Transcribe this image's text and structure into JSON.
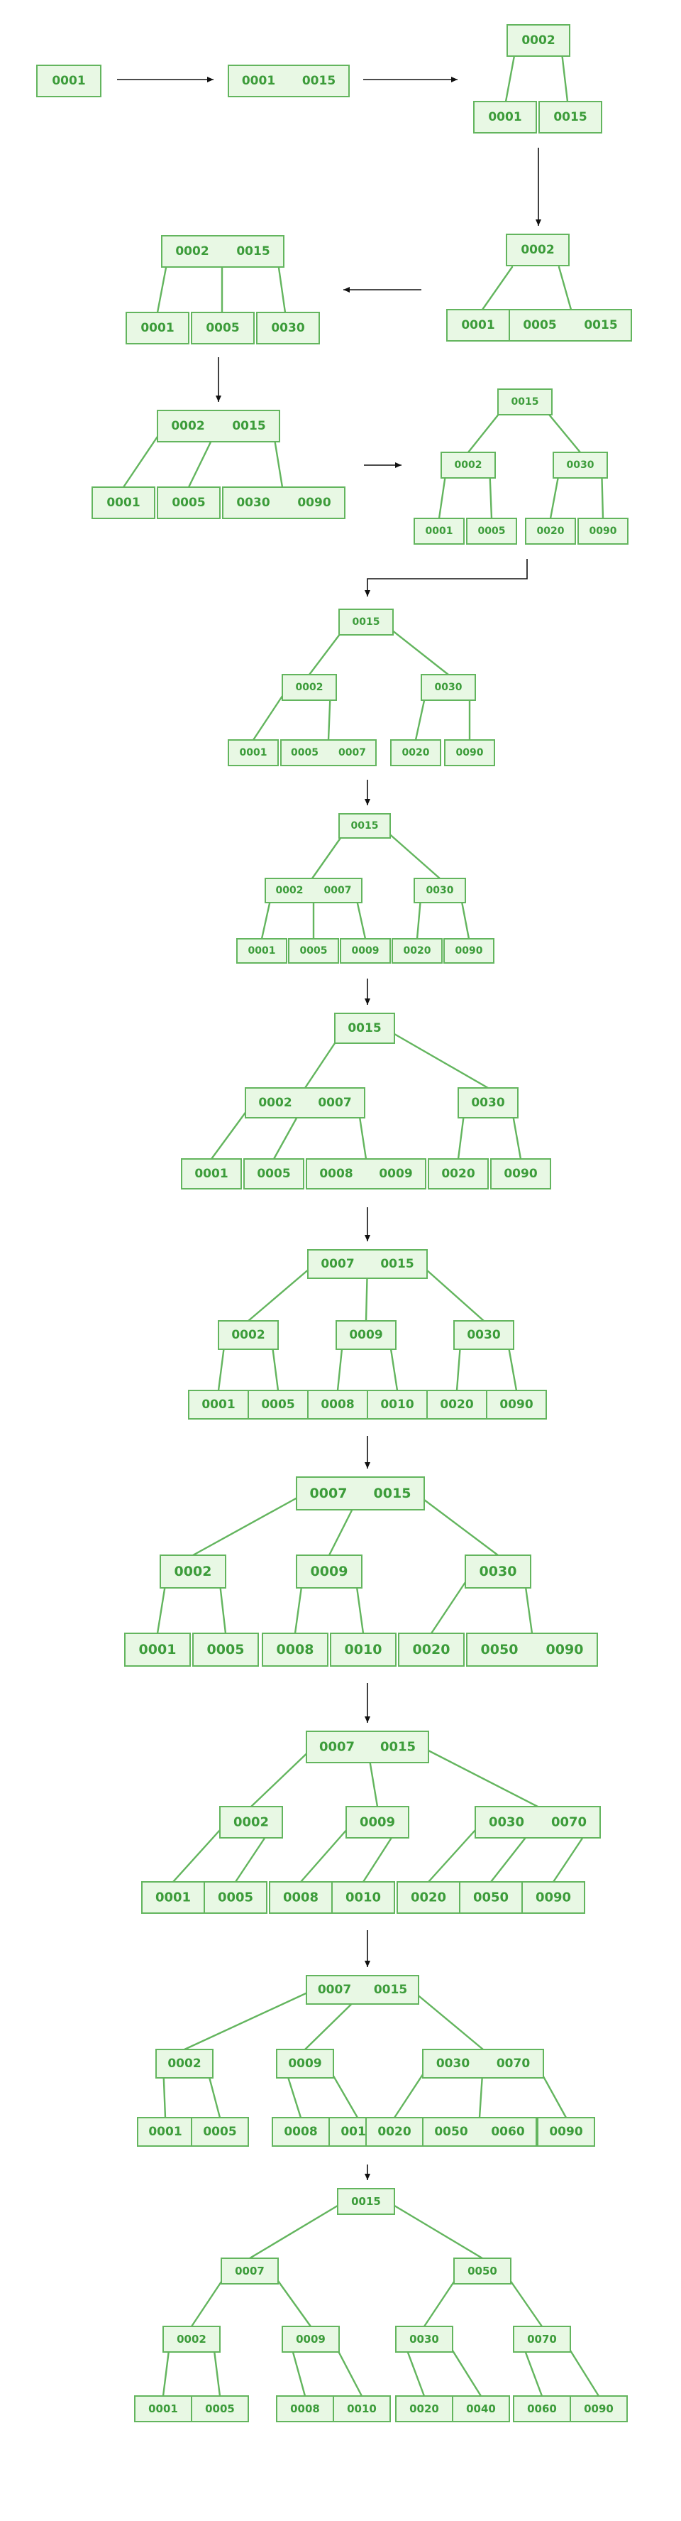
{
  "colors": {
    "node_fill": "#e8f8e4",
    "node_border": "#63b55e",
    "key_text": "#3c9c3a",
    "edge": "#63b55e",
    "arrow": "#111111"
  },
  "steps": [
    {
      "id": "s1",
      "nodes": [
        {
          "keys": [
            "0001"
          ]
        }
      ]
    },
    {
      "id": "s2",
      "nodes": [
        {
          "keys": [
            "0001",
            "0015"
          ]
        }
      ]
    },
    {
      "id": "s3",
      "nodes": [
        {
          "keys": [
            "0002"
          ]
        },
        {
          "keys": [
            "0001"
          ]
        },
        {
          "keys": [
            "0015"
          ]
        }
      ]
    },
    {
      "id": "s4",
      "nodes": [
        {
          "keys": [
            "0002"
          ]
        },
        {
          "keys": [
            "0001"
          ]
        },
        {
          "keys": [
            "0005",
            "0015"
          ]
        }
      ]
    },
    {
      "id": "s5",
      "nodes": [
        {
          "keys": [
            "0002",
            "0015"
          ]
        },
        {
          "keys": [
            "0001"
          ]
        },
        {
          "keys": [
            "0005"
          ]
        },
        {
          "keys": [
            "0030"
          ]
        }
      ]
    },
    {
      "id": "s6",
      "nodes": [
        {
          "keys": [
            "0002",
            "0015"
          ]
        },
        {
          "keys": [
            "0001"
          ]
        },
        {
          "keys": [
            "0005"
          ]
        },
        {
          "keys": [
            "0030",
            "0090"
          ]
        }
      ]
    },
    {
      "id": "s7",
      "nodes": [
        {
          "keys": [
            "0015"
          ]
        },
        {
          "keys": [
            "0002"
          ]
        },
        {
          "keys": [
            "0030"
          ]
        },
        {
          "keys": [
            "0001"
          ]
        },
        {
          "keys": [
            "0005"
          ]
        },
        {
          "keys": [
            "0020"
          ]
        },
        {
          "keys": [
            "0090"
          ]
        }
      ]
    },
    {
      "id": "s8",
      "nodes": [
        {
          "keys": [
            "0015"
          ]
        },
        {
          "keys": [
            "0002"
          ]
        },
        {
          "keys": [
            "0030"
          ]
        },
        {
          "keys": [
            "0001"
          ]
        },
        {
          "keys": [
            "0005",
            "0007"
          ]
        },
        {
          "keys": [
            "0020"
          ]
        },
        {
          "keys": [
            "0090"
          ]
        }
      ]
    },
    {
      "id": "s9",
      "nodes": [
        {
          "keys": [
            "0015"
          ]
        },
        {
          "keys": [
            "0002",
            "0007"
          ]
        },
        {
          "keys": [
            "0030"
          ]
        },
        {
          "keys": [
            "0001"
          ]
        },
        {
          "keys": [
            "0005"
          ]
        },
        {
          "keys": [
            "0009"
          ]
        },
        {
          "keys": [
            "0020"
          ]
        },
        {
          "keys": [
            "0090"
          ]
        }
      ]
    },
    {
      "id": "s10",
      "nodes": [
        {
          "keys": [
            "0015"
          ]
        },
        {
          "keys": [
            "0002",
            "0007"
          ]
        },
        {
          "keys": [
            "0030"
          ]
        },
        {
          "keys": [
            "0001"
          ]
        },
        {
          "keys": [
            "0005"
          ]
        },
        {
          "keys": [
            "0008",
            "0009"
          ]
        },
        {
          "keys": [
            "0020"
          ]
        },
        {
          "keys": [
            "0090"
          ]
        }
      ]
    },
    {
      "id": "s11",
      "nodes": [
        {
          "keys": [
            "0007",
            "0015"
          ]
        },
        {
          "keys": [
            "0002"
          ]
        },
        {
          "keys": [
            "0009"
          ]
        },
        {
          "keys": [
            "0030"
          ]
        },
        {
          "keys": [
            "0001"
          ]
        },
        {
          "keys": [
            "0005"
          ]
        },
        {
          "keys": [
            "0008"
          ]
        },
        {
          "keys": [
            "0010"
          ]
        },
        {
          "keys": [
            "0020"
          ]
        },
        {
          "keys": [
            "0090"
          ]
        }
      ]
    },
    {
      "id": "s12",
      "nodes": [
        {
          "keys": [
            "0007",
            "0015"
          ]
        },
        {
          "keys": [
            "0002"
          ]
        },
        {
          "keys": [
            "0009"
          ]
        },
        {
          "keys": [
            "0030"
          ]
        },
        {
          "keys": [
            "0001"
          ]
        },
        {
          "keys": [
            "0005"
          ]
        },
        {
          "keys": [
            "0008"
          ]
        },
        {
          "keys": [
            "0010"
          ]
        },
        {
          "keys": [
            "0020"
          ]
        },
        {
          "keys": [
            "0050",
            "0090"
          ]
        }
      ]
    },
    {
      "id": "s13",
      "nodes": [
        {
          "keys": [
            "0007",
            "0015"
          ]
        },
        {
          "keys": [
            "0002"
          ]
        },
        {
          "keys": [
            "0009"
          ]
        },
        {
          "keys": [
            "0030",
            "0070"
          ]
        },
        {
          "keys": [
            "0001"
          ]
        },
        {
          "keys": [
            "0005"
          ]
        },
        {
          "keys": [
            "0008"
          ]
        },
        {
          "keys": [
            "0010"
          ]
        },
        {
          "keys": [
            "0020"
          ]
        },
        {
          "keys": [
            "0050"
          ]
        },
        {
          "keys": [
            "0090"
          ]
        }
      ]
    },
    {
      "id": "s14",
      "nodes": [
        {
          "keys": [
            "0007",
            "0015"
          ]
        },
        {
          "keys": [
            "0002"
          ]
        },
        {
          "keys": [
            "0009"
          ]
        },
        {
          "keys": [
            "0030",
            "0070"
          ]
        },
        {
          "keys": [
            "0001"
          ]
        },
        {
          "keys": [
            "0005"
          ]
        },
        {
          "keys": [
            "0008"
          ]
        },
        {
          "keys": [
            "0010"
          ]
        },
        {
          "keys": [
            "0020"
          ]
        },
        {
          "keys": [
            "0050",
            "0060"
          ]
        },
        {
          "keys": [
            "0090"
          ]
        }
      ]
    },
    {
      "id": "s15",
      "nodes": [
        {
          "keys": [
            "0015"
          ]
        },
        {
          "keys": [
            "0007"
          ]
        },
        {
          "keys": [
            "0050"
          ]
        },
        {
          "keys": [
            "0002"
          ]
        },
        {
          "keys": [
            "0009"
          ]
        },
        {
          "keys": [
            "0030"
          ]
        },
        {
          "keys": [
            "0070"
          ]
        },
        {
          "keys": [
            "0001"
          ]
        },
        {
          "keys": [
            "0005"
          ]
        },
        {
          "keys": [
            "0008"
          ]
        },
        {
          "keys": [
            "0010"
          ]
        },
        {
          "keys": [
            "0020"
          ]
        },
        {
          "keys": [
            "0040"
          ]
        },
        {
          "keys": [
            "0060"
          ]
        },
        {
          "keys": [
            "0090"
          ]
        }
      ]
    }
  ]
}
